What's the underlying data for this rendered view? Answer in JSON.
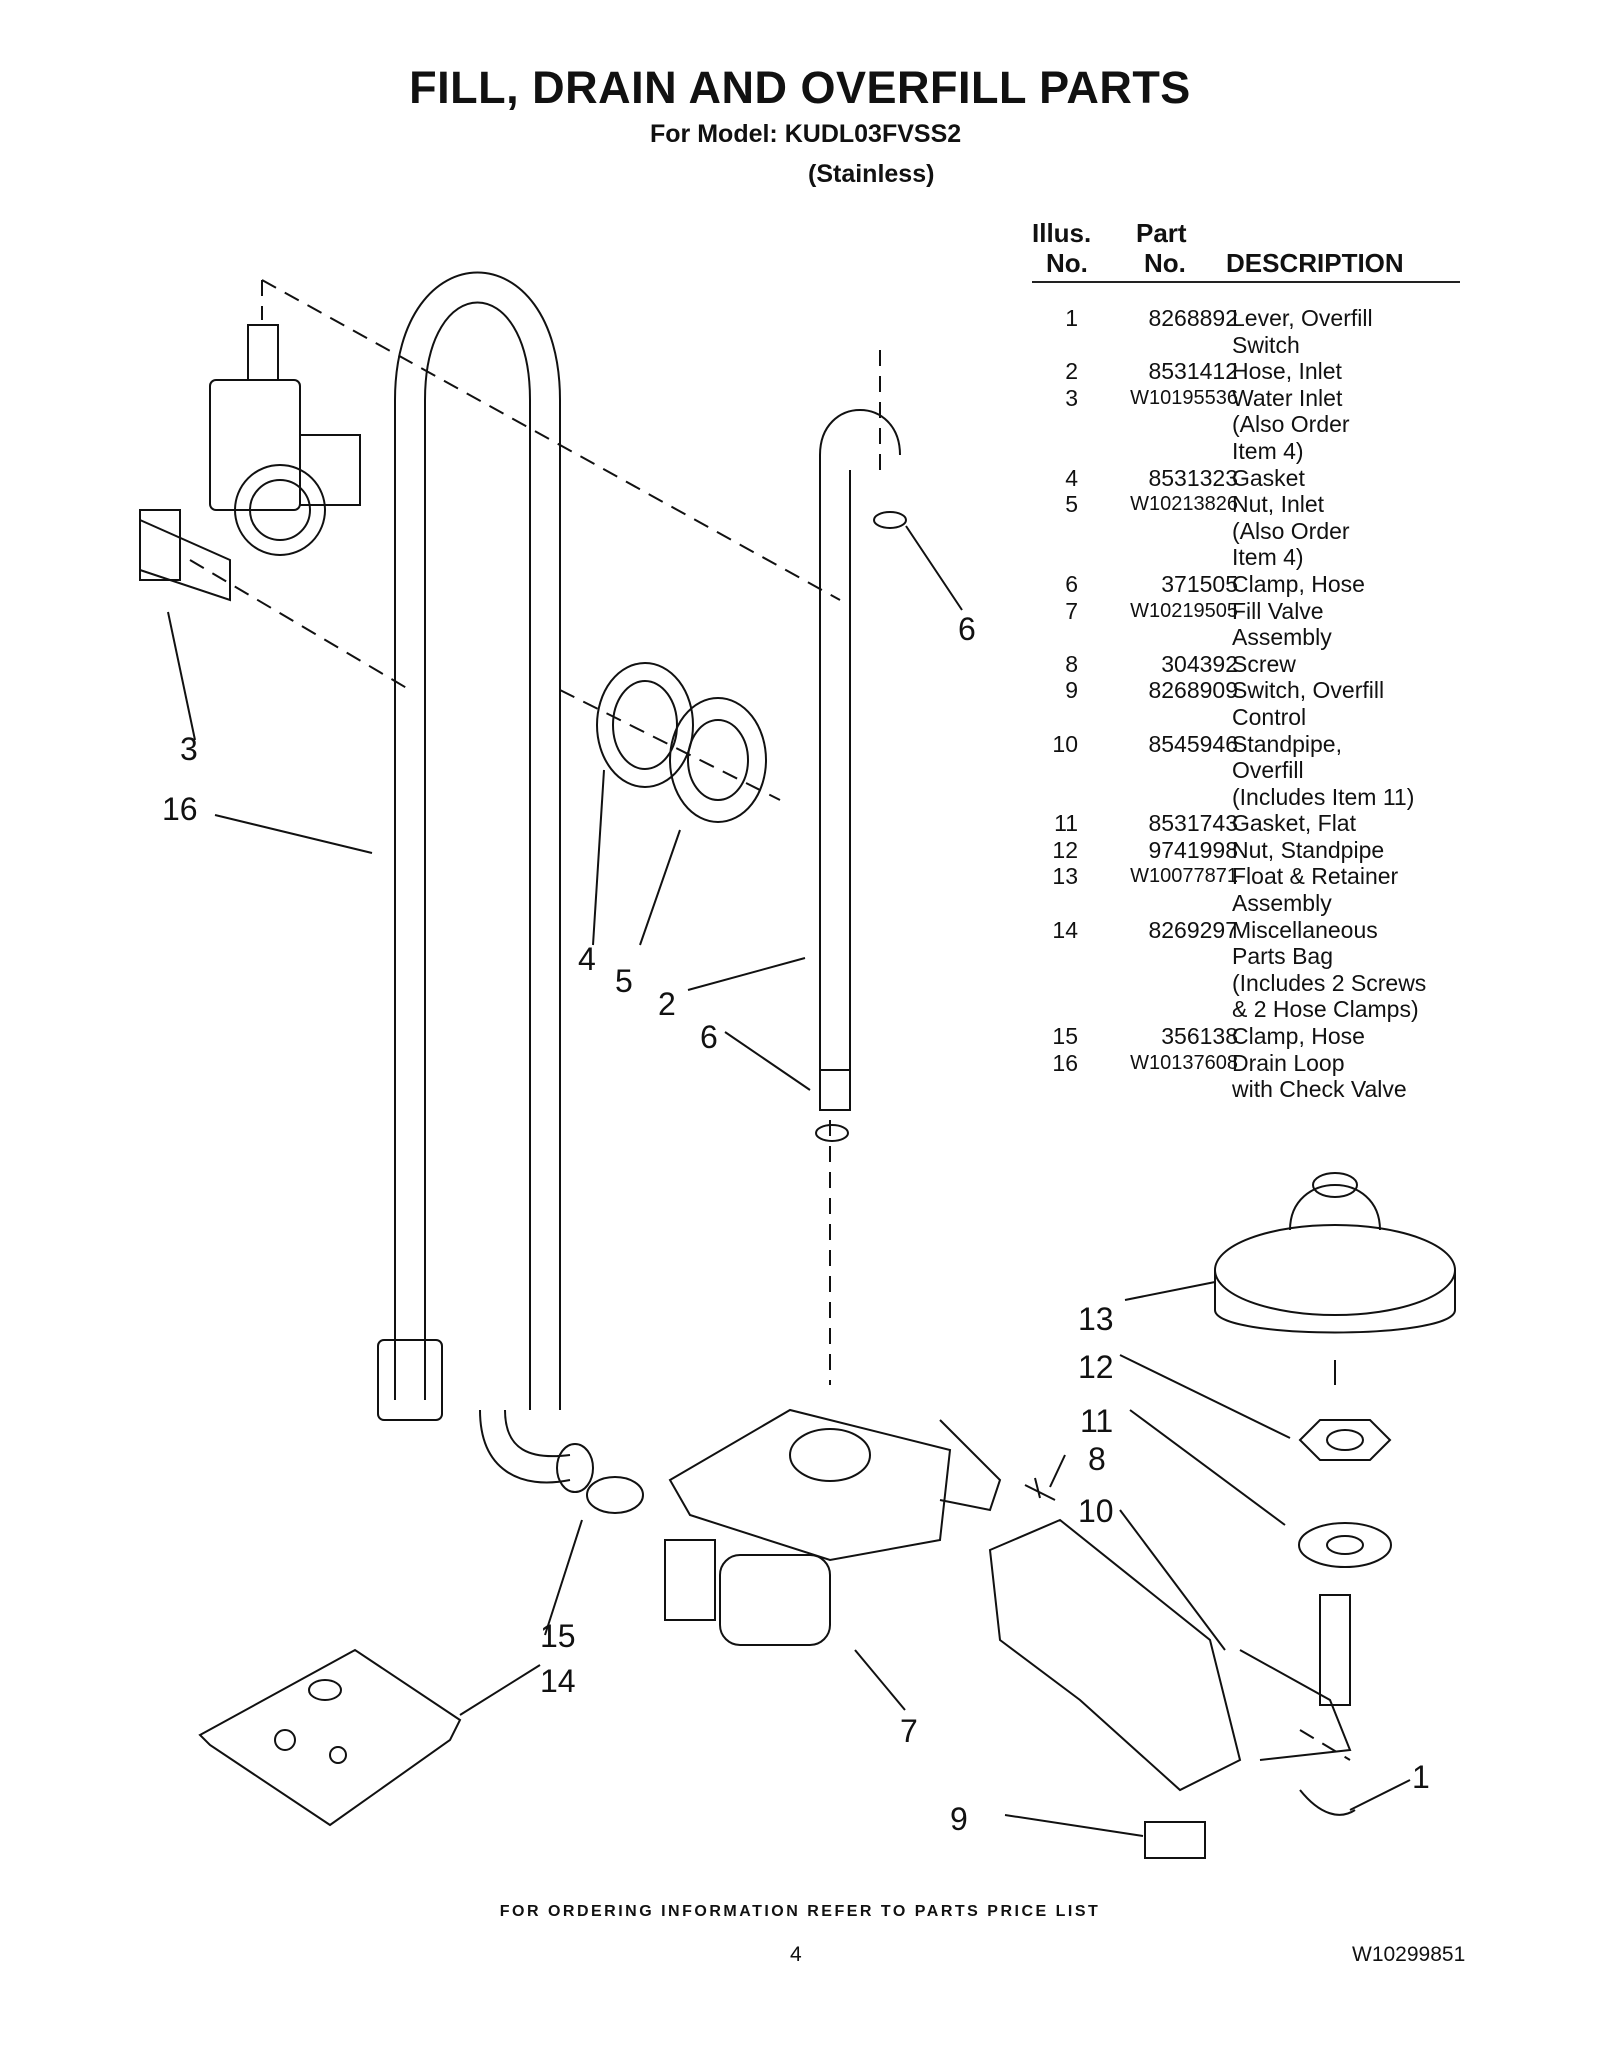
{
  "header": {
    "title": "FILL, DRAIN AND OVERFILL PARTS",
    "model_line": "For Model: KUDL03FVSS2",
    "finish_line": "(Stainless)"
  },
  "table": {
    "headers": {
      "illus_top": "Illus.",
      "illus_bottom": "No.",
      "part_top": "Part",
      "part_bottom": "No.",
      "description": "DESCRIPTION"
    },
    "rows": [
      {
        "no": "1",
        "part": "8268892",
        "desc": "Lever, Overfill\n Switch"
      },
      {
        "no": "2",
        "part": "8531412",
        "desc": "Hose, Inlet"
      },
      {
        "no": "3",
        "part": "W10195536",
        "desc": "Water Inlet\n(Also Order\n  Item 4)"
      },
      {
        "no": "4",
        "part": "8531323",
        "desc": "Gasket"
      },
      {
        "no": "5",
        "part": "W10213826",
        "desc": "Nut, Inlet\n(Also Order\n  Item 4)"
      },
      {
        "no": "6",
        "part": "371505",
        "desc": "Clamp, Hose"
      },
      {
        "no": "7",
        "part": "W10219505",
        "desc": "Fill Valve\n Assembly"
      },
      {
        "no": "8",
        "part": "304392",
        "desc": "Screw"
      },
      {
        "no": "9",
        "part": "8268909",
        "desc": "Switch, Overfill\n Control"
      },
      {
        "no": "10",
        "part": "8545946",
        "desc": "Standpipe,\nOverfill\n(Includes Item 11)"
      },
      {
        "no": "11",
        "part": "8531743",
        "desc": "Gasket, Flat"
      },
      {
        "no": "12",
        "part": "9741998",
        "desc": "Nut, Standpipe"
      },
      {
        "no": "13",
        "part": "W10077871",
        "desc": "Float & Retainer\n Assembly"
      },
      {
        "no": "14",
        "part": "8269297",
        "desc": "Miscellaneous\nParts Bag\n(Includes 2 Screws\n& 2 Hose Clamps)"
      },
      {
        "no": "15",
        "part": "356138",
        "desc": "Clamp, Hose"
      },
      {
        "no": "16",
        "part": "W10137608",
        "desc": "Drain Loop\n with Check Valve"
      }
    ]
  },
  "callouts": {
    "c1": "1",
    "c2": "2",
    "c3": "3",
    "c4": "4",
    "c5": "5",
    "c6a": "6",
    "c6b": "6",
    "c7": "7",
    "c8": "8",
    "c9": "9",
    "c10": "10",
    "c11": "11",
    "c12": "12",
    "c13": "13",
    "c14": "14",
    "c15": "15",
    "c16": "16"
  },
  "footer": {
    "ordering_note": "FOR ORDERING INFORMATION REFER TO PARTS PRICE LIST",
    "page_number": "4",
    "doc_number": "W10299851"
  }
}
